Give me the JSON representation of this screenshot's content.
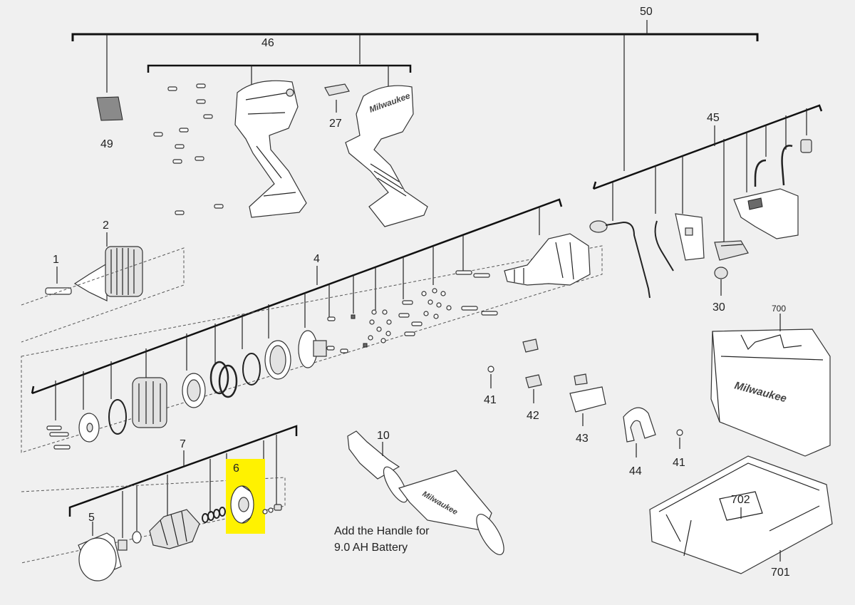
{
  "labels": {
    "p50": "50",
    "p46": "46",
    "p49": "49",
    "p27": "27",
    "p45": "45",
    "p2": "2",
    "p1": "1",
    "p4": "4",
    "p30": "30",
    "p700": "700",
    "p41a": "41",
    "p42": "42",
    "p43": "43",
    "p44": "44",
    "p41b": "41",
    "p7": "7",
    "p6": "6",
    "p5": "5",
    "p10": "10",
    "p702": "702",
    "p701": "701"
  },
  "note": {
    "line1": "Add the Handle for",
    "line2": "9.0 AH Battery"
  },
  "brand": {
    "case_logo": "Milwaukee",
    "housing_logo": "Milwaukee",
    "handle_logo": "Milwaukee"
  },
  "highlight": {
    "part": "6",
    "color": "#fff200"
  }
}
